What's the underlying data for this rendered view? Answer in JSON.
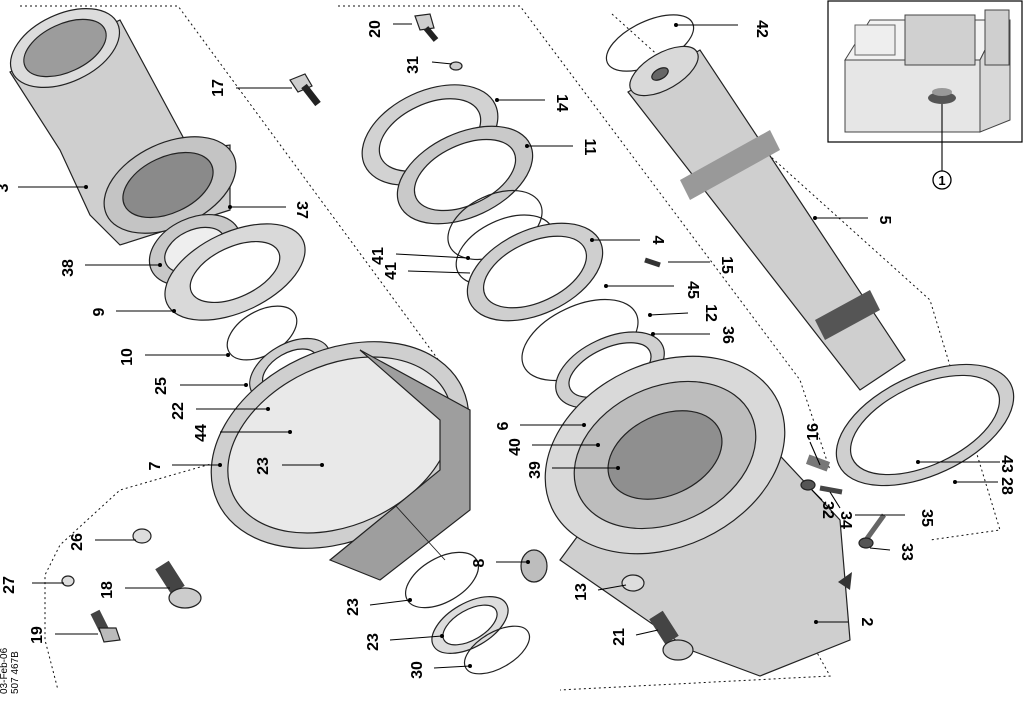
{
  "inset": {
    "callout": "1"
  },
  "stamp": {
    "date": "03-Feb-06",
    "code": "507 467B"
  },
  "labels": [
    {
      "id": "l20",
      "text": "20"
    },
    {
      "id": "l42",
      "text": "42"
    },
    {
      "id": "l31",
      "text": "31"
    },
    {
      "id": "l17",
      "text": "17"
    },
    {
      "id": "l14",
      "text": "14"
    },
    {
      "id": "l11",
      "text": "11"
    },
    {
      "id": "l3",
      "text": "3"
    },
    {
      "id": "l37",
      "text": "37"
    },
    {
      "id": "l38",
      "text": "38"
    },
    {
      "id": "l41a",
      "text": "41"
    },
    {
      "id": "l41b",
      "text": "41"
    },
    {
      "id": "l4",
      "text": "4"
    },
    {
      "id": "l15",
      "text": "15"
    },
    {
      "id": "l5",
      "text": "5"
    },
    {
      "id": "l9",
      "text": "9"
    },
    {
      "id": "l45",
      "text": "45"
    },
    {
      "id": "l12",
      "text": "12"
    },
    {
      "id": "l36",
      "text": "36"
    },
    {
      "id": "l10",
      "text": "10"
    },
    {
      "id": "l25",
      "text": "25"
    },
    {
      "id": "l22",
      "text": "22"
    },
    {
      "id": "l44",
      "text": "44"
    },
    {
      "id": "l6",
      "text": "6"
    },
    {
      "id": "l7",
      "text": "7"
    },
    {
      "id": "l23a",
      "text": "23"
    },
    {
      "id": "l40",
      "text": "40"
    },
    {
      "id": "l39",
      "text": "39"
    },
    {
      "id": "l16",
      "text": "16"
    },
    {
      "id": "l43",
      "text": "43"
    },
    {
      "id": "l28",
      "text": "28"
    },
    {
      "id": "l32",
      "text": "32"
    },
    {
      "id": "l34",
      "text": "34"
    },
    {
      "id": "l35",
      "text": "35"
    },
    {
      "id": "l26",
      "text": "26"
    },
    {
      "id": "l33",
      "text": "33"
    },
    {
      "id": "l8",
      "text": "8"
    },
    {
      "id": "l27",
      "text": "27"
    },
    {
      "id": "l18",
      "text": "18"
    },
    {
      "id": "l23b",
      "text": "23"
    },
    {
      "id": "l13",
      "text": "13"
    },
    {
      "id": "l19",
      "text": "19"
    },
    {
      "id": "l23c",
      "text": "23"
    },
    {
      "id": "l21",
      "text": "21"
    },
    {
      "id": "l2",
      "text": "2"
    },
    {
      "id": "l30",
      "text": "30"
    }
  ]
}
